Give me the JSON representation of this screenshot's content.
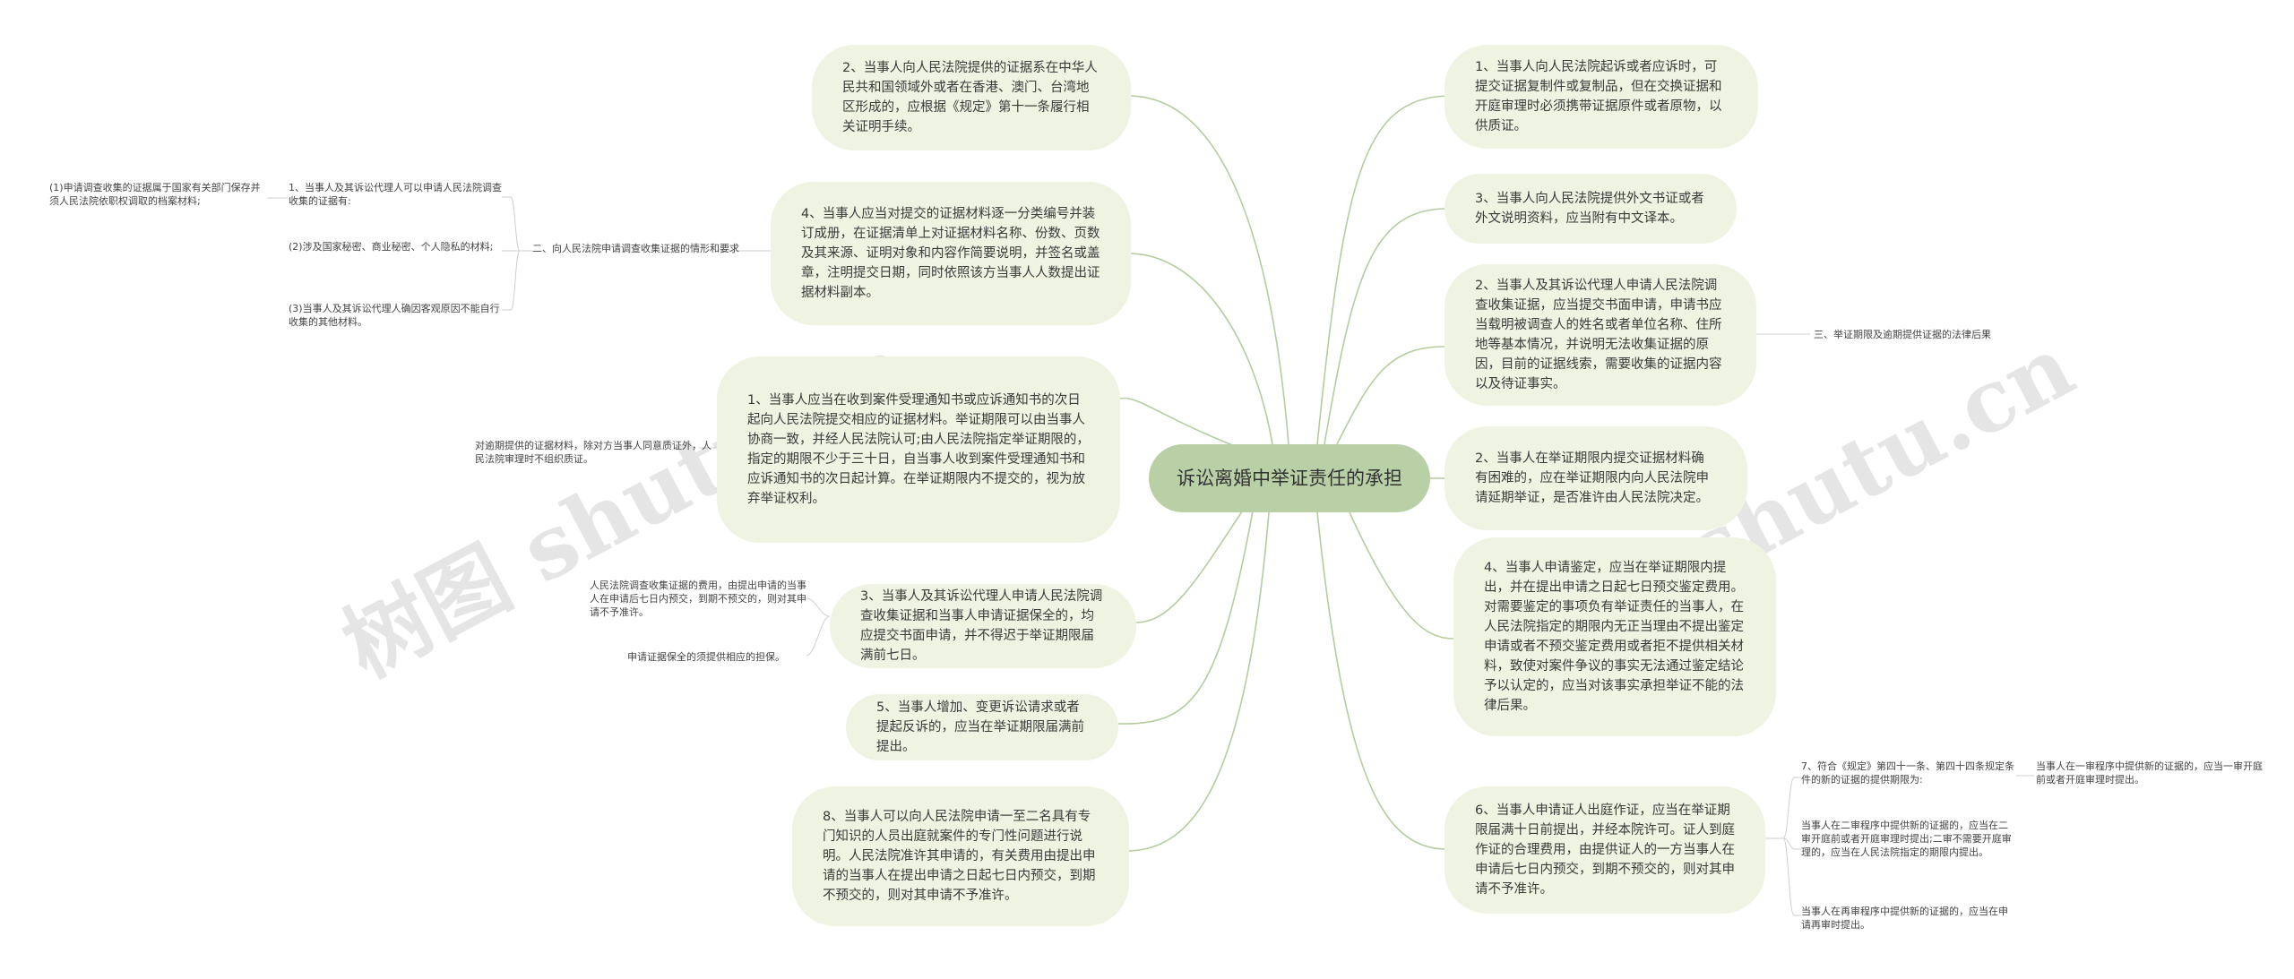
{
  "root": {
    "title": "诉讼离婚中举证责任的承担"
  },
  "right": {
    "n1": "1、当事人向人民法院起诉或者应诉时，可提交证据复制件或复制品，但在交换证据和开庭审理时必须携带证据原件或者原物，以供质证。",
    "n2": "3、当事人向人民法院提供外文书证或者外文说明资料，应当附有中文译本。",
    "n3": "2、当事人及其诉讼代理人申请人民法院调查收集证据，应当提交书面申请，申请书应当载明被调查人的姓名或者单位名称、住所地等基本情况，并说明无法收集证据的原因，目前的证据线索，需要收集的证据内容以及待证事实。",
    "n4": "2、当事人在举证期限内提交证据材料确有困难的，应在举证期限内向人民法院申请延期举证，是否准许由人民法院决定。",
    "n5": "4、当事人申请鉴定，应当在举证期限内提出，并在提出申请之日起七日预交鉴定费用。对需要鉴定的事项负有举证责任的当事人，在人民法院指定的期限内无正当理由不提出鉴定申请或者不预交鉴定费用或者拒不提供相关材料，致使对案件争议的事实无法通过鉴定结论予以认定的，应当对该事实承担举证不能的法律后果。",
    "n6": "6、当事人申请证人出庭作证，应当在举证期限届满十日前提出，并经本院许可。证人到庭作证的合理费用，由提供证人的一方当事人在申请后七日内预交，到期不预交的，则对其申请不予准许。"
  },
  "left": {
    "n1": "2、当事人向人民法院提供的证据系在中华人民共和国领域外或者在香港、澳门、台湾地区形成的，应根据《规定》第十一条履行相关证明手续。",
    "n2": "4、当事人应当对提交的证据材料逐一分类编号并装订成册，在证据清单上对证据材料名称、份数、页数及其来源、证明对象和内容作简要说明，并签名或盖章，注明提交日期，同时依照该方当事人人数提出证据材料副本。",
    "n3": "1、当事人应当在收到案件受理通知书或应诉通知书的次日起向人民法院提交相应的证据材料。举证期限可以由当事人协商一致，并经人民法院认可;由人民法院指定举证期限的，指定的期限不少于三十日，自当事人收到案件受理通知书和应诉通知书的次日起计算。在举证期限内不提交的，视为放弃举证权利。",
    "n4": "3、当事人及其诉讼代理人申请人民法院调查收集证据和当事人申请证据保全的，均应提交书面申请，并不得迟于举证期限届满前七日。",
    "n5": "5、当事人增加、变更诉讼请求或者提起反诉的，应当在举证期限届满前提出。",
    "n6": "8、当事人可以向人民法院申请一至二名具有专门知识的人员出庭就案件的专门性问题进行说明。人民法院准许其申请的，有关费用由提出申请的当事人在提出申请之日起七日内预交，到期不预交的，则对其申请不予准许。"
  },
  "leaves": {
    "two_request": "二、向人民法院申请调查收集证据的情形和要求",
    "l1": "1、当事人及其诉讼代理人可以申请人民法院调查收集的证据有:",
    "l1a": "(1)申请调查收集的证据属于国家有关部门保存并须人民法院依职权调取的档案材料;",
    "l2": "(2)涉及国家秘密、商业秘密、个人隐私的材料;",
    "l3": "(3)当事人及其诉讼代理人确因客观原因不能自行收集的其他材料。",
    "overdue": "对逾期提供的证据材料，除对方当事人同意质证外，人民法院审理时不组织质证。",
    "fee": "人民法院调查收集证据的费用，由提出申请的当事人在申请后七日内预交，到期不预交的，则对其申请不予准许。",
    "guarantee": "申请证据保全的须提供相应的担保。",
    "three": "三、举证期限及逾期提供证据的法律后果",
    "r7": "7、符合《规定》第四十一条、第四十四条规定条件的新的证据的提供期限为:",
    "r7a": "当事人在一审程序中提供新的证据的，应当一审开庭前或者开庭审理时提出。",
    "r7b": "当事人在二审程序中提供新的证据的，应当在二审开庭前或者开庭审理时提出;二审不需要开庭审理的，应当在人民法院指定的期限内提出。",
    "r7c": "当事人在再审程序中提供新的证据的，应当在申请再审时提出。"
  },
  "watermarks": [
    "树图 shutu.cn",
    "树图 shutu.cn"
  ],
  "colors": {
    "node_fill": "#eef3e2",
    "root_fill": "#b9cfa6",
    "branch_line": "#b5cca0",
    "leaf_line": "#cfcfcf"
  }
}
